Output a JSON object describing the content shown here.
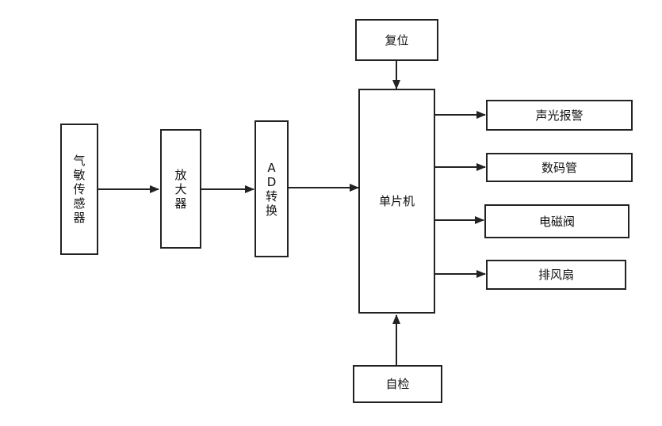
{
  "blocks": {
    "gas_sensor": "气\n敏\n传\n感\n器",
    "amplifier": "放\n大\n器",
    "ad_converter": "A\nD\n转\n换",
    "mcu": "单片机",
    "reset": "复位",
    "self_check": "自检",
    "alarm": "声光报警",
    "display": "数码管",
    "valve": "电磁阀",
    "fan": "排风扇"
  },
  "colors": {
    "line": "#222222",
    "background": "#ffffff"
  }
}
